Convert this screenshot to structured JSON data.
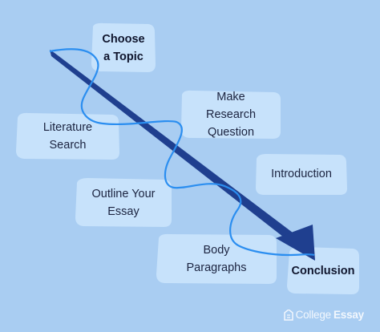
{
  "steps": [
    {
      "id": "choose-topic",
      "label": "Choose\na Topic",
      "bold": true
    },
    {
      "id": "make-research-question",
      "label": "Make Research\nQuestion",
      "bold": false
    },
    {
      "id": "literature-search",
      "label": "Literature\nSearch",
      "bold": false
    },
    {
      "id": "introduction",
      "label": "Introduction",
      "bold": false
    },
    {
      "id": "outline-your-essay",
      "label": "Outline Your\nEssay",
      "bold": false
    },
    {
      "id": "body-paragraphs",
      "label": "Body\nParagraphs",
      "bold": false
    },
    {
      "id": "conclusion",
      "label": "Conclusion",
      "bold": true
    }
  ],
  "logo": {
    "part1": "College",
    "part2": "Essay"
  },
  "colors": {
    "background": "#a9cdf2",
    "blob": "#c7e2fb",
    "arrow": "#1f3f8f",
    "curve": "#2b8ef0"
  }
}
